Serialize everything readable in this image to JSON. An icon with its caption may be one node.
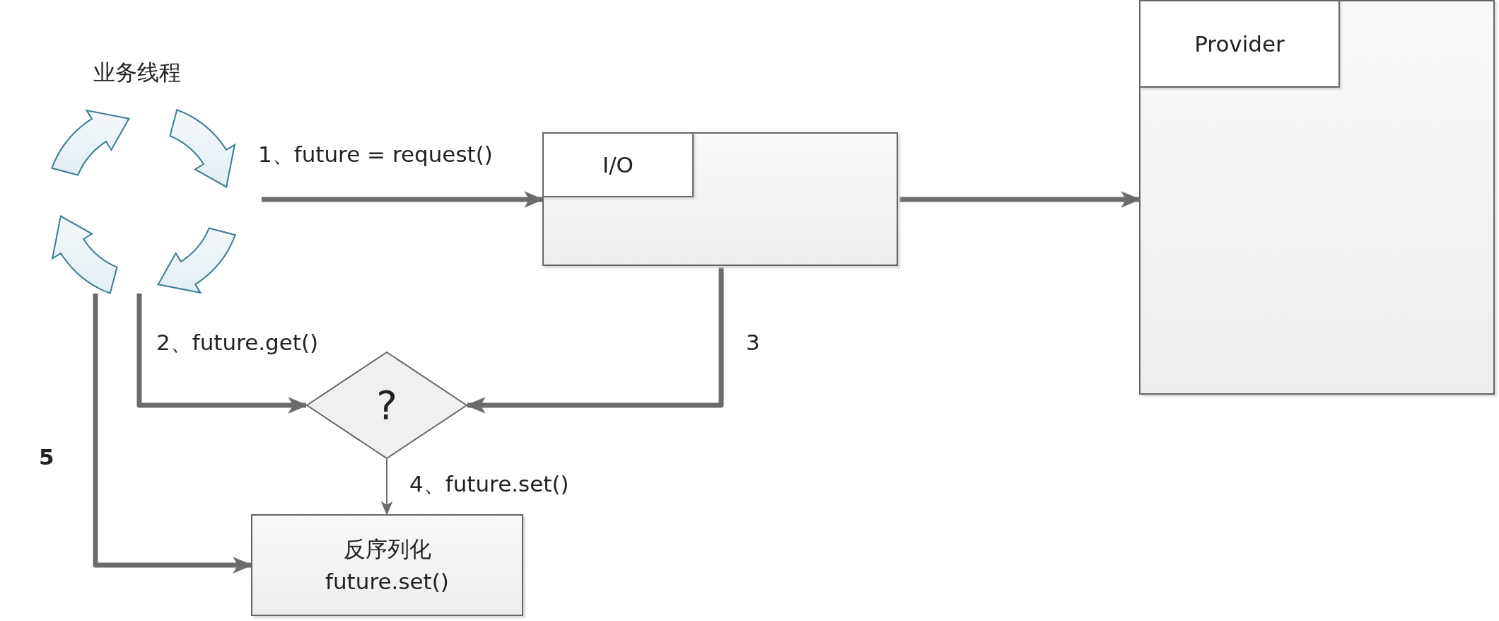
{
  "diagram": {
    "nodes": [
      {
        "text": [
          "业务线程"
        ]
      },
      {
        "text": [],
        "shape": "box"
      },
      {
        "text": [
          "I/O"
        ],
        "in": 1
      },
      {
        "text": [],
        "shape": "box"
      },
      {
        "text": [
          "Provider"
        ],
        "in": 3
      },
      {
        "text": [
          "?"
        ]
      },
      {
        "text": [
          "反序列化 future.set()"
        ]
      }
    ],
    "edges": [
      {
        "from": 0,
        "to": 1,
        "arrow": "to",
        "label": "1、future = request()"
      },
      {
        "from": 1,
        "to": 3,
        "arrow": "to"
      },
      {
        "from": 1,
        "to": 5,
        "arrow": "to",
        "label": "3"
      },
      {
        "from": 0,
        "to": 5,
        "arrow": "to",
        "label": "2、future.get()"
      },
      {
        "from": 5,
        "to": 6,
        "arrow": "to",
        "label": "4、future.set()"
      },
      {
        "from": 0,
        "to": 6,
        "arrow": "to",
        "label": "5"
      }
    ]
  }
}
